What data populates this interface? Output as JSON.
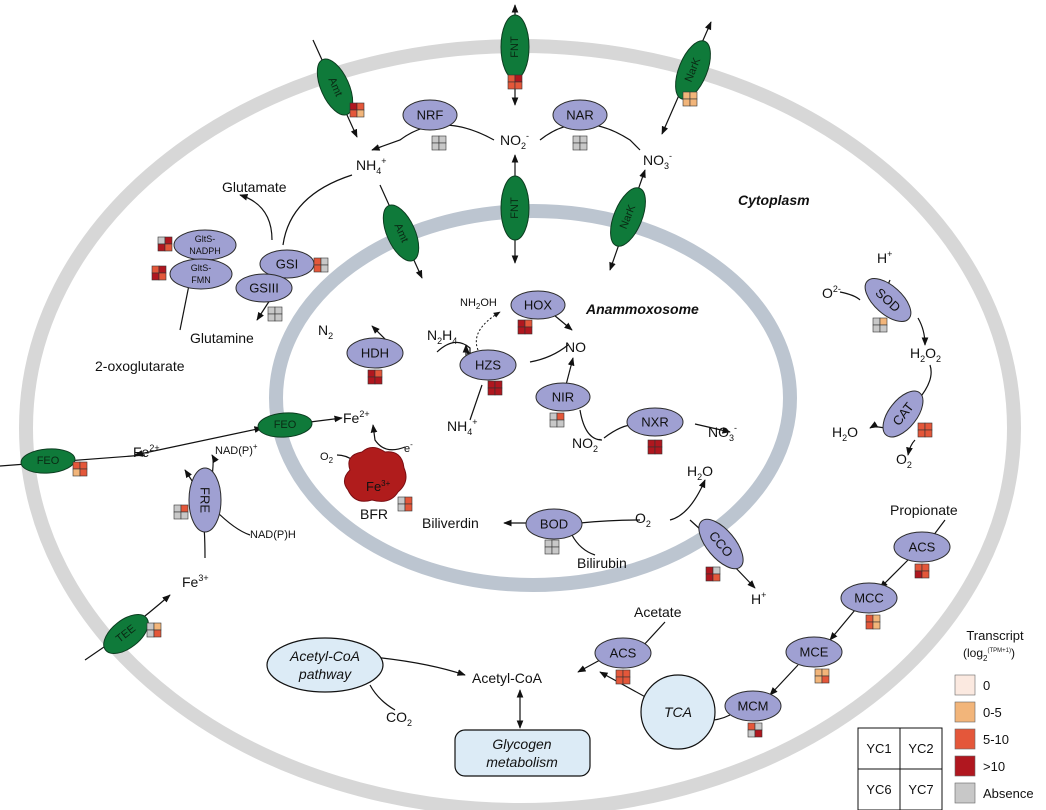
{
  "compartments": {
    "cytoplasm": "Cytoplasm",
    "anammoxosome": "Anammoxosome"
  },
  "colors": {
    "enzyme": "#9fa0d2",
    "transporter": "#0f7a3a",
    "membrane_outer": "#d7d7d7",
    "membrane_inner": "#bcc5d0",
    "bfr": "#b01c1c",
    "box": "#dcebf6",
    "level_0": "#fbe9e0",
    "level_0_5": "#f2b57a",
    "level_5_10": "#e4573a",
    "level_gt10": "#b0171f",
    "absence": "#c8c8c8"
  },
  "transporters": {
    "amt_outer": "Amt",
    "fnt_outer": "FNT",
    "nark_outer": "NarK",
    "amt_inner": "Amt",
    "fnt_inner": "FNT",
    "nark_inner": "NarK",
    "feo_outer": "FEO",
    "feo_inner": "FEO",
    "tee": "TEE"
  },
  "enzymes": {
    "nrf": "NRF",
    "nar": "NAR",
    "gltS_nadph": "GltS-\nNADPH",
    "gltS_nadph_line1": "GltS-",
    "gltS_nadph_line2": "NADPH",
    "gltS_fmn_line1": "GltS-",
    "gltS_fmn_line2": "FMN",
    "gsi": "GSI",
    "gsiii": "GSIII",
    "hox": "HOX",
    "hdh": "HDH",
    "hzs": "HZS",
    "nir": "NIR",
    "nxr": "NXR",
    "sod": "SOD",
    "cat": "CAT",
    "fre": "FRE",
    "bod": "BOD",
    "cco": "CCO",
    "acs_propionate": "ACS",
    "mcc": "MCC",
    "mce": "MCE",
    "mcm": "MCM",
    "acs_acetate": "ACS",
    "bfr_core": "Fe",
    "bfr_core_sup": "3+"
  },
  "metabolites": {
    "nh4_base": "NH",
    "nh4_sub": "4",
    "nh4_sup": "+",
    "no2_base": "NO",
    "no2_sub": "2",
    "no2_sup": "-",
    "no3_base": "NO",
    "no3_sub": "3",
    "no3_sup": "-",
    "glutamate": "Glutamate",
    "glutamine": "Glutamine",
    "oxoglutarate": "2-oxoglutarate",
    "n2_base": "N",
    "n2_sub": "2",
    "n2h4_a": "N",
    "n2h4_b": "2",
    "n2h4_c": "H",
    "n2h4_d": "4",
    "nh2oh": "NH",
    "nh2oh_sub": "2",
    "nh2oh_tail": "OH",
    "no": "NO",
    "hplus_base": "H",
    "hplus_sup": "+",
    "o2minus_base": "O",
    "o2minus_sup": "2-",
    "h2o2_a": "H",
    "h2o2_b": "2",
    "h2o2_c": "O",
    "h2o2_d": "2",
    "h2o_a": "H",
    "h2o_b": "2",
    "h2o_c": "O",
    "o2_a": "O",
    "o2_b": "2",
    "fe2_base": "Fe",
    "fe2_sup": "2+",
    "fe3_base": "Fe",
    "fe3_sup": "3+",
    "nadp": "NAD(P)",
    "nadp_sup": "+",
    "nadph": "NAD(P)H",
    "electron": "e",
    "electron_sup": "-",
    "bfr": "BFR",
    "biliverdin": "Biliverdin",
    "bilirubin": "Bilirubin",
    "propionate": "Propionate",
    "acetate": "Acetate",
    "acetyl_coa": "Acetyl-CoA",
    "co2_a": "CO",
    "co2_b": "2",
    "tca": "TCA"
  },
  "boxes": {
    "acetyl_coa_pathway_l1": "Acetyl-CoA",
    "acetyl_coa_pathway_l2": "pathway",
    "glycogen_l1": "Glycogen",
    "glycogen_l2": "metabolism"
  },
  "legend": {
    "title": "Transcript",
    "subtitle_a": "(log",
    "subtitle_sub": "2",
    "subtitle_sup": "(TPM+1)",
    "subtitle_b": ")",
    "levels": [
      {
        "label": "0",
        "color": "#fbe9e0"
      },
      {
        "label": "0-5",
        "color": "#f2b57a"
      },
      {
        "label": "5-10",
        "color": "#e4573a"
      },
      {
        "label": ">10",
        "color": "#b0171f"
      },
      {
        "label": "Absence",
        "color": "#c8c8c8"
      }
    ],
    "grid_labels": [
      "YC1",
      "YC2",
      "YC6",
      "YC7"
    ]
  },
  "heatmaps": {
    "amt_outer": [
      "#b0171f",
      "#e4573a",
      "#e4573a",
      "#f2b57a"
    ],
    "fnt_outer": [
      "#e4573a",
      "#b0171f",
      "#e4573a",
      "#e4573a"
    ],
    "nark_outer": [
      "#f2b57a",
      "#f2b57a",
      "#f2b57a",
      "#f2b57a"
    ],
    "nrf": [
      "#c8c8c8",
      "#c8c8c8",
      "#c8c8c8",
      "#c8c8c8"
    ],
    "nar": [
      "#c8c8c8",
      "#c8c8c8",
      "#c8c8c8",
      "#c8c8c8"
    ],
    "gltS_nadph": [
      "#c8c8c8",
      "#b0171f",
      "#b0171f",
      "#e4573a"
    ],
    "gltS_fmn": [
      "#e4573a",
      "#b0171f",
      "#b0171f",
      "#e4573a"
    ],
    "gsi": [
      "#e4573a",
      "#c8c8c8",
      "#e4573a",
      "#c8c8c8"
    ],
    "gsiii": [
      "#c8c8c8",
      "#c8c8c8",
      "#c8c8c8",
      "#c8c8c8"
    ],
    "hox": [
      "#b0171f",
      "#e4573a",
      "#b0171f",
      "#b0171f"
    ],
    "hdh": [
      "#b0171f",
      "#e4573a",
      "#b0171f",
      "#b0171f"
    ],
    "hzs": [
      "#b0171f",
      "#b0171f",
      "#b0171f",
      "#b0171f"
    ],
    "nir": [
      "#c8c8c8",
      "#e4573a",
      "#c8c8c8",
      "#c8c8c8"
    ],
    "nxr": [
      "#b0171f",
      "#b0171f",
      "#b0171f",
      "#b0171f"
    ],
    "sod": [
      "#c8c8c8",
      "#f2b57a",
      "#c8c8c8",
      "#c8c8c8"
    ],
    "cat": [
      "#e4573a",
      "#e4573a",
      "#e4573a",
      "#e4573a"
    ],
    "fre": [
      "#c8c8c8",
      "#e4573a",
      "#c8c8c8",
      "#c8c8c8"
    ],
    "feo_outer": [
      "#e4573a",
      "#e4573a",
      "#f2b57a",
      "#e4573a"
    ],
    "tee": [
      "#c8c8c8",
      "#f2b57a",
      "#c8c8c8",
      "#e4573a"
    ],
    "bfr": [
      "#c8c8c8",
      "#e4573a",
      "#c8c8c8",
      "#e4573a"
    ],
    "bod": [
      "#c8c8c8",
      "#c8c8c8",
      "#c8c8c8",
      "#c8c8c8"
    ],
    "cco": [
      "#b0171f",
      "#c8c8c8",
      "#b0171f",
      "#e4573a"
    ],
    "acs_propionate": [
      "#e4573a",
      "#e4573a",
      "#b0171f",
      "#e4573a"
    ],
    "mcc": [
      "#e4573a",
      "#f2b57a",
      "#e4573a",
      "#f2b57a"
    ],
    "mce": [
      "#f2b57a",
      "#f2b57a",
      "#f2b57a",
      "#e4573a"
    ],
    "mcm": [
      "#e4573a",
      "#c8c8c8",
      "#c8c8c8",
      "#b0171f"
    ],
    "acs_acetate": [
      "#e4573a",
      "#e4573a",
      "#e4573a",
      "#e4573a"
    ]
  }
}
